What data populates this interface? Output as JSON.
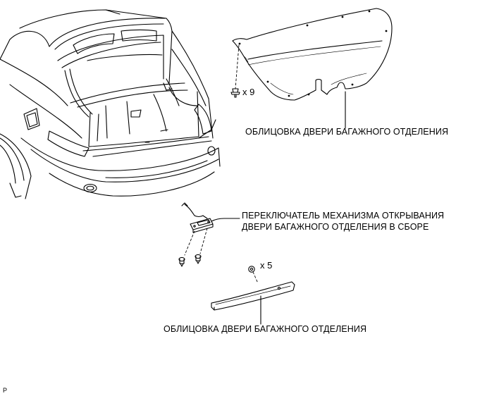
{
  "labels": {
    "trim_top": "ОБЛИЦОВКА ДВЕРИ БАГАЖНОГО ОТДЕЛЕНИЯ",
    "switch_line1": "ПЕРЕКЛЮЧАТЕЛЬ МЕХАНИЗМА ОТКРЫВАНИЯ",
    "switch_line2": "ДВЕРИ БАГАЖНОГО ОТДЕЛЕНИЯ В СБОРЕ",
    "trim_bottom": "ОБЛИЦОВКА ДВЕРИ БАГАЖНОГО ОТДЕЛЕНИЯ"
  },
  "quantities": {
    "clips_top": "x 9",
    "clips_bottom": "x 5"
  },
  "figure_code": "P",
  "colors": {
    "line": "#000000",
    "panel_fill": "#ffffff",
    "shade": "#d9d9d9"
  }
}
